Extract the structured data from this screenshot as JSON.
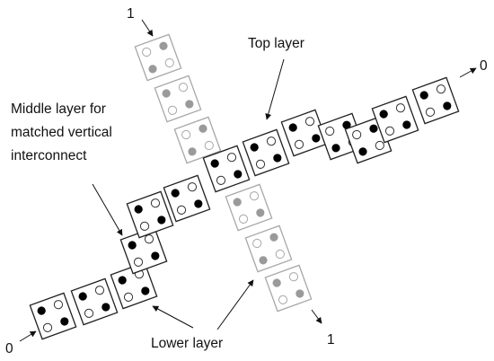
{
  "labels": {
    "top_layer": "Top layer",
    "middle_layer_line1": "Middle layer for",
    "middle_layer_line2": "matched vertical",
    "middle_layer_line3": "interconnect",
    "lower_layer": "Lower layer",
    "input_lower": "0",
    "output_upper": "0",
    "input_vertical": "1",
    "output_vertical": "1"
  },
  "colors": {
    "filled_dot": "#000000",
    "gray_dot": "#9a9a9a",
    "open_dot_stroke": "#333333",
    "dark_cell_stroke": "#222222",
    "light_cell_stroke": "#a8a8a8"
  }
}
